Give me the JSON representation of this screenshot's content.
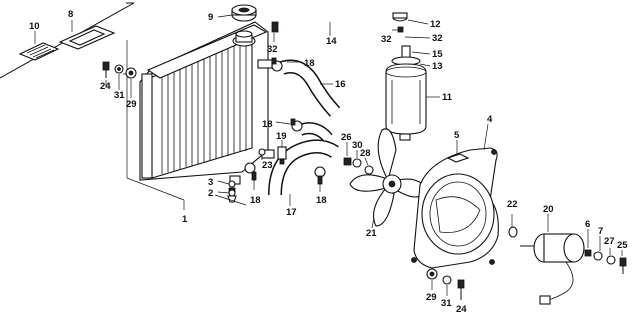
{
  "diagram": {
    "callouts": {
      "c1": "1",
      "c2": "2",
      "c3": "3",
      "c4": "4",
      "c5": "5",
      "c6": "6",
      "c7": "7",
      "c8": "8",
      "c9": "9",
      "c10": "10",
      "c11": "11",
      "c12": "12",
      "c13": "13",
      "c14": "14",
      "c15": "15",
      "c16": "16",
      "c17": "17",
      "c18a": "18",
      "c18b": "18",
      "c18c": "18",
      "c18d": "18",
      "c19": "19",
      "c20": "20",
      "c21": "21",
      "c22": "22",
      "c23": "23",
      "c24a": "24",
      "c24b": "24",
      "c25": "25",
      "c26": "26",
      "c27": "27",
      "c28": "28",
      "c29a": "29",
      "c29b": "29",
      "c30": "30",
      "c31a": "31",
      "c31b": "31",
      "c32a": "32",
      "c32b": "32",
      "c32c": "32"
    }
  }
}
